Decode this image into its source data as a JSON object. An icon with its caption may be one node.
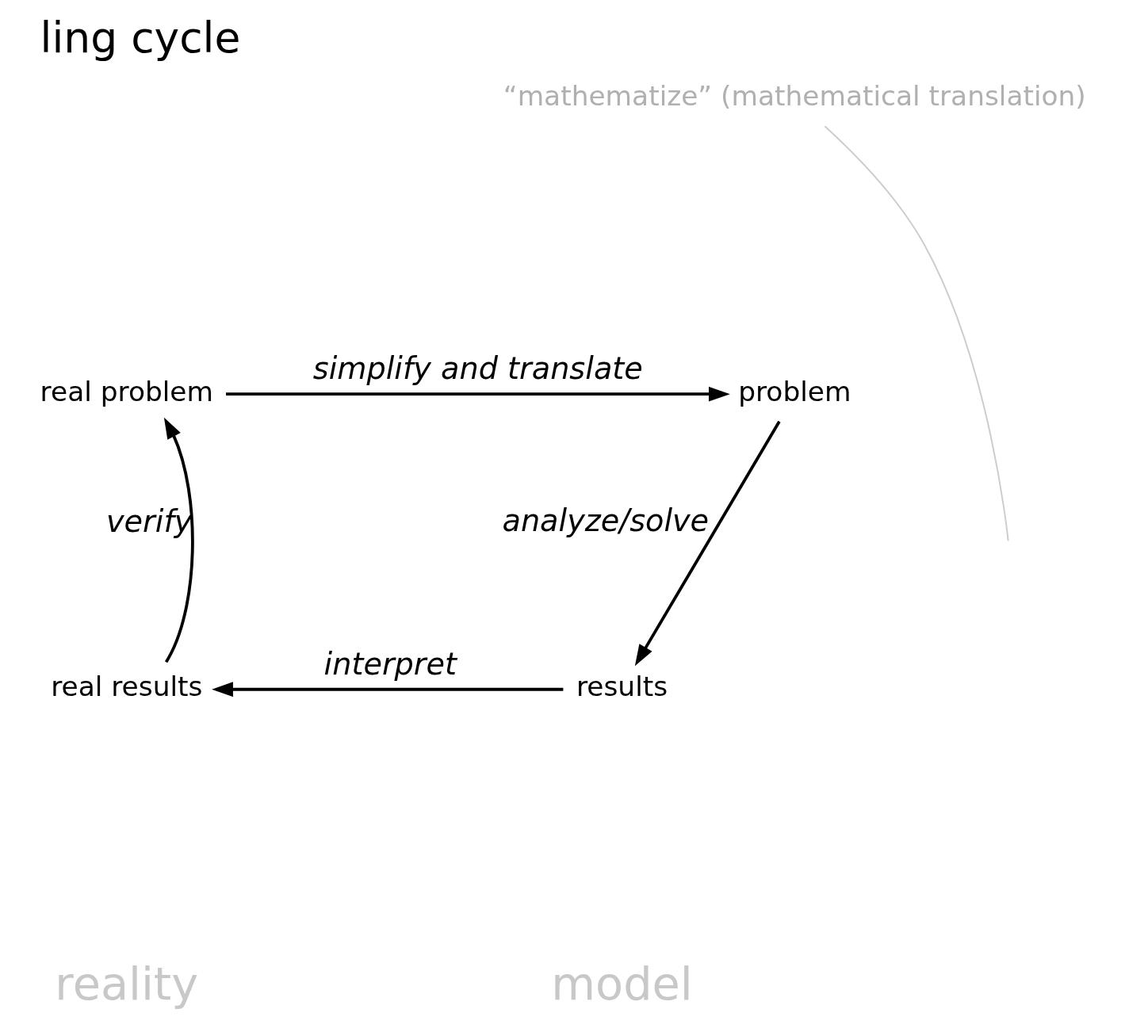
{
  "diagram": {
    "title": "ling cycle",
    "nodes": [
      {
        "text": [
          "real problem"
        ]
      },
      {
        "text": [
          "problem"
        ]
      },
      {
        "text": [
          "results"
        ]
      },
      {
        "text": [
          "real results"
        ]
      },
      {
        "text": [
          "“mathematize” (mathematical translation)"
        ]
      }
    ],
    "edges": [
      {
        "from": 0,
        "to": 1,
        "arrow": "to",
        "label": "simplify and translate"
      },
      {
        "from": 1,
        "to": 2,
        "arrow": "to",
        "label": "analyze/solve"
      },
      {
        "from": 2,
        "to": 3,
        "arrow": "to",
        "label": "interpret"
      },
      {
        "from": 3,
        "to": 0,
        "arrow": "to",
        "label": "verify"
      },
      {
        "from": 4,
        "to": null,
        "arrow": "none",
        "color": "#cccccc"
      }
    ],
    "labels": [
      "reality",
      "model"
    ]
  }
}
